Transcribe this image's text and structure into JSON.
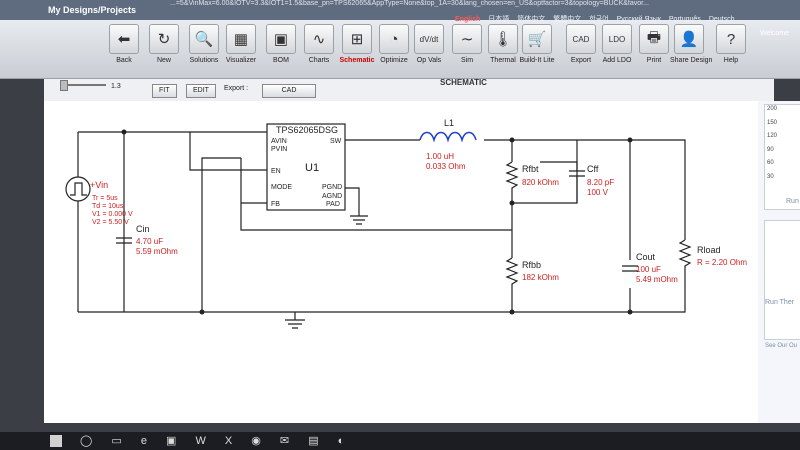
{
  "app": {
    "title": "My Designs/Projects",
    "url_fragment": "...=5&VinMax=6.00&IOTV=3.3&IOT1=1.5&base_pn=TPS62065&AppType=None&top_1A=30&lang_chosen=en_US&optfactor=3&topology=BUCK&favor..."
  },
  "languages": [
    {
      "label": "English",
      "active": true
    },
    {
      "label": "日本語",
      "active": false
    },
    {
      "label": "简体中文",
      "active": false
    },
    {
      "label": "繁體中文",
      "active": false
    },
    {
      "label": "한국어",
      "active": false
    },
    {
      "label": "Русский Язык",
      "active": false
    },
    {
      "label": "Português",
      "active": false
    },
    {
      "label": "Deutsch",
      "active": false
    }
  ],
  "welcome": "Welcome",
  "toolbar": [
    {
      "label": "Back",
      "icon": "back-arrow-icon",
      "glyph": "⬅"
    },
    {
      "label": "New",
      "icon": "refresh-icon",
      "glyph": "↻"
    },
    {
      "label": "Solutions",
      "icon": "magnifier-icon",
      "glyph": "🔍"
    },
    {
      "label": "Visualizer",
      "icon": "grid-icon",
      "glyph": "▦"
    },
    {
      "label": "BOM",
      "icon": "components-icon",
      "glyph": "▣"
    },
    {
      "label": "Charts",
      "icon": "chart-icon",
      "glyph": "∿"
    },
    {
      "label": "Schematic",
      "icon": "schematic-icon",
      "glyph": "⊞",
      "active": true
    },
    {
      "label": "Optimize",
      "icon": "gauge-icon",
      "glyph": "◔"
    },
    {
      "label": "Op Vals",
      "icon": "dvdt-icon",
      "glyph": "dV/dt"
    },
    {
      "label": "Sim",
      "icon": "sine-icon",
      "glyph": "∼"
    },
    {
      "label": "Thermal",
      "icon": "thermometer-icon",
      "glyph": "🌡"
    },
    {
      "label": "Build-It Lite",
      "icon": "cart-icon",
      "glyph": "🛒"
    },
    {
      "label": "Export",
      "icon": "cad-icon",
      "glyph": "CAD"
    },
    {
      "label": "Add LDO",
      "icon": "ldo-icon",
      "glyph": "LDO"
    },
    {
      "label": "Print",
      "icon": "printer-icon",
      "glyph": "🖶"
    },
    {
      "label": "Share Design",
      "icon": "person-icon",
      "glyph": "👤"
    },
    {
      "label": "Help",
      "icon": "help-icon",
      "glyph": "?"
    }
  ],
  "schematic_title": "SCHEMATIC",
  "controls": {
    "zoom": "1.3",
    "fit": "FIT",
    "edit": "EDIT",
    "export_label": "Export :",
    "export_value": "CAD"
  },
  "schematic": {
    "ic_part": "TPS62065DSG",
    "ic_ref": "U1",
    "pins_left": [
      "AVIN",
      "PVIN",
      "EN",
      "MODE",
      "FB"
    ],
    "pins_right": [
      "SW",
      "PGND",
      "AGND",
      "PAD"
    ],
    "vin": {
      "name": "+Vin",
      "params": [
        "Tr = 5us",
        "Td = 10us",
        "V1 = 0.000 V",
        "V2 = 5.50 V"
      ]
    },
    "cin": {
      "name": "Cin",
      "value": "4.70 uF",
      "esr": "5.59 mOhm"
    },
    "l1": {
      "name": "L1",
      "value": "1.00 uH",
      "dcr": "0.033 Ohm"
    },
    "rfbt": {
      "name": "Rfbt",
      "value": "820 kOhm"
    },
    "cff": {
      "name": "Cff",
      "value": "8.20 pF",
      "voltage": "100 V"
    },
    "rfbb": {
      "name": "Rfbb",
      "value": "182 kOhm"
    },
    "cout": {
      "name": "Cout",
      "value": "100 uF",
      "esr": "5.49 mOhm"
    },
    "rload": {
      "name": "Rload",
      "value": "R = 2.20 Ohm"
    }
  },
  "right_panel": {
    "axis": [
      "200",
      "150",
      "120",
      "90",
      "60",
      "30"
    ],
    "run_text": "Run",
    "run_thermal": "Run Ther",
    "see_output": "See Our Ou"
  },
  "colors": {
    "wire": "#222222",
    "red_label": "#cc1f1f",
    "inductor": "#1f3fcc"
  }
}
